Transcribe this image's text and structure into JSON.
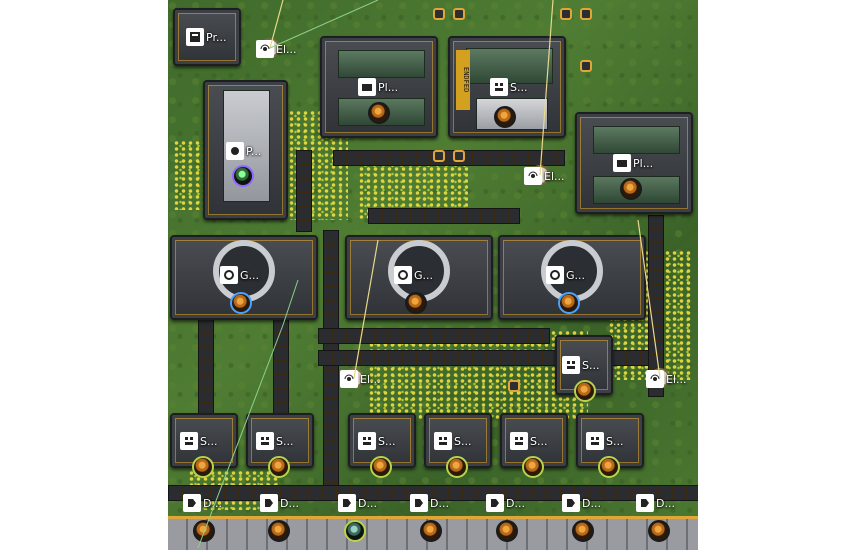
{
  "labels": {
    "pr": "Pr...",
    "el": "El...",
    "pl": "Pl...",
    "s": "S...",
    "p": "P...",
    "g": "G...",
    "d": "D...",
    "sign": "ENDFED"
  },
  "colors": {
    "hazard_stripe": "#e0a638",
    "grass": "#4f7d33",
    "building": "#3a3d42",
    "status_green": "#b9d34a",
    "status_blue": "#4aa3ff",
    "status_purple": "#8c6cff"
  },
  "icons": [
    "building-icon",
    "antenna-icon",
    "gear-item-icon",
    "ore-icon"
  ]
}
